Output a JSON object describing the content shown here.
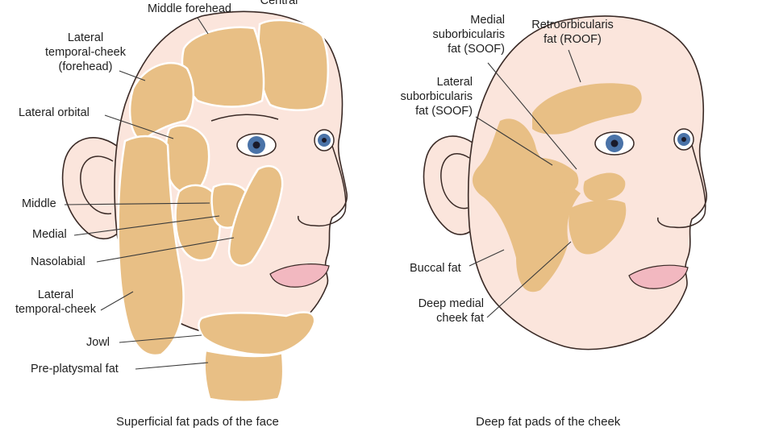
{
  "left_panel": {
    "caption": "Superficial fat pads of the face",
    "labels": {
      "central": "Central",
      "middle_forehead": "Middle forehead",
      "lateral_temporal_cheek_forehead": [
        "Lateral",
        "temporal-cheek",
        "(forehead)"
      ],
      "lateral_orbital": "Lateral orbital",
      "middle": "Middle",
      "medial": "Medial",
      "nasolabial": "Nasolabial",
      "lateral_temporal_cheek": [
        "Lateral",
        "temporal-cheek"
      ],
      "jowl": "Jowl",
      "pre_platysmal": "Pre-platysmal fat"
    }
  },
  "right_panel": {
    "caption": "Deep fat pads of the cheek",
    "labels": {
      "medial_soof": [
        "Medial",
        "suborbicularis",
        "fat (SOOF)"
      ],
      "roof": [
        "Retroorbicularis",
        "fat (ROOF)"
      ],
      "lateral_soof": [
        "Lateral",
        "suborbicularis",
        "fat (SOOF)"
      ],
      "buccal": "Buccal fat",
      "deep_medial_cheek": [
        "Deep medial",
        "cheek fat"
      ]
    }
  },
  "colors": {
    "skin": "#fbe5dc",
    "fat_pad": "#e8bf85",
    "iris": "#4a73a8",
    "lips": "#f2b8c0"
  }
}
